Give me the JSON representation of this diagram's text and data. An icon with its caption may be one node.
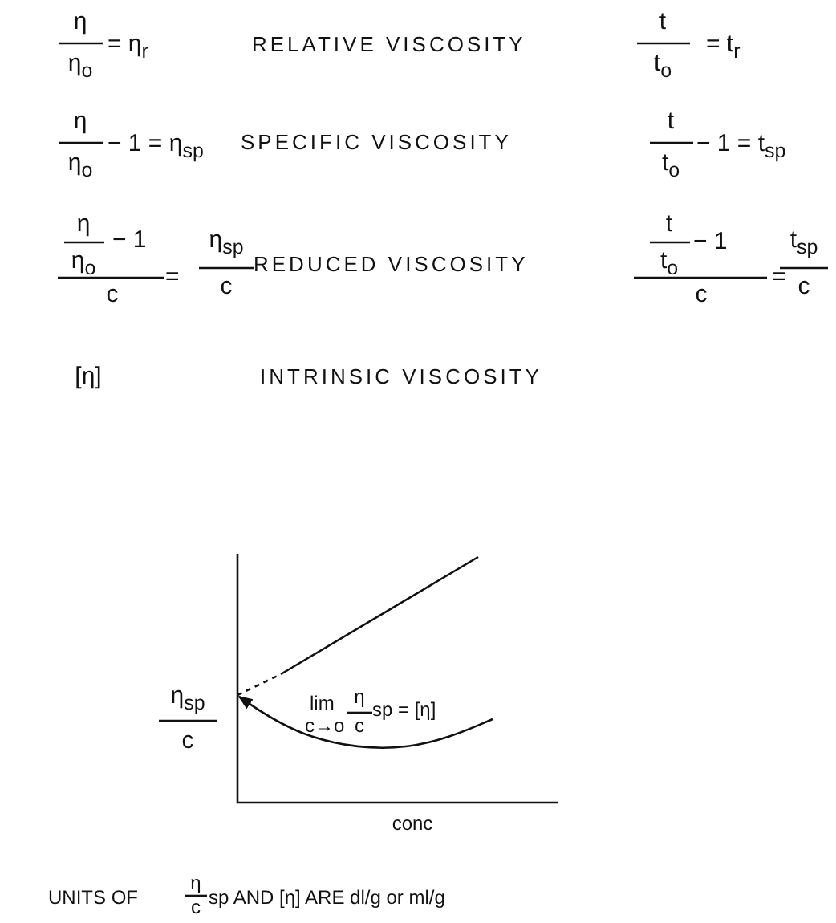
{
  "diagram": {
    "labels": [
      "η",
      "η$_{o}$",
      "= η$_{r}$",
      "RELATIVE VISCOSITY",
      "t",
      "t$_{o}$",
      "= t$_{r}$",
      "η",
      "η$_{o}$",
      "− 1 = η$_{sp}$",
      "SPECIFIC VISCOSITY",
      "t",
      "t$_{o}$",
      "− 1 = t$_{sp}$",
      "η",
      "η$_{o}$",
      "− 1",
      "c",
      "=",
      "η$_{sp}$",
      "c",
      "REDUCED VISCOSITY",
      "t",
      "t$_{o}$",
      "− 1",
      "c",
      "=",
      "t$_{sp}$",
      "c",
      "[η]",
      "INTRINSIC VISCOSITY",
      "η$_{sp}$",
      "c",
      "lim",
      "c→o",
      "η",
      "c",
      "sp = [η]",
      "conc",
      "UNITS OF",
      "η",
      "c",
      "sp AND [η] ARE dl/g or ml/g"
    ]
  }
}
